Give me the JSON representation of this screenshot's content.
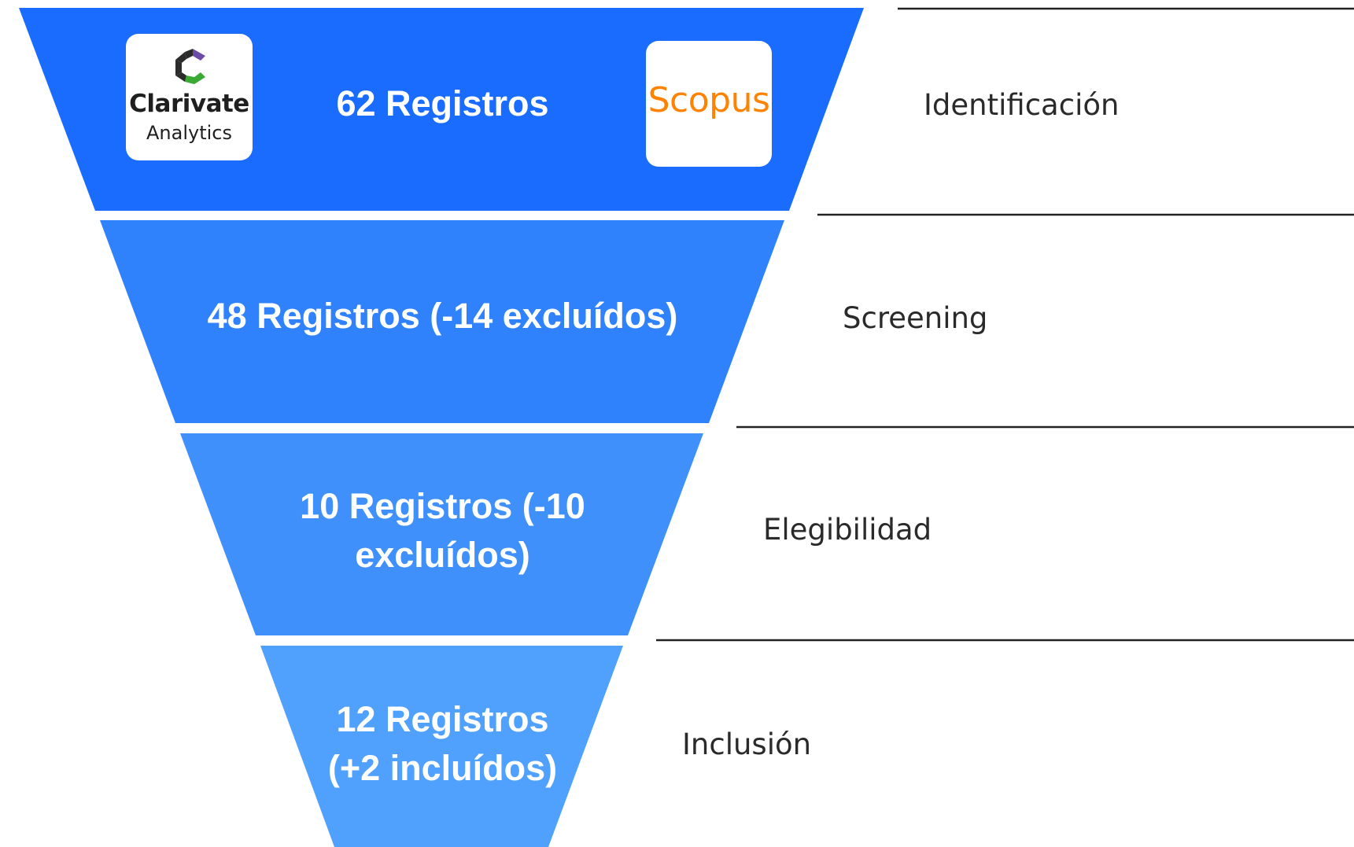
{
  "funnel": {
    "tiers": [
      {
        "text": "62 Registros",
        "color": "#1a6cff"
      },
      {
        "text": "48 Registros (-14 excluídos)",
        "color": "#2f82fc"
      },
      {
        "text_line1": "10 Registros (-10",
        "text_line2": "excluídos)",
        "color": "#3f90fb"
      },
      {
        "text_line1": "12 Registros",
        "text_line2": "(+2 incluídos)",
        "color": "#50a0fd"
      }
    ]
  },
  "stages": [
    {
      "label": "Identificación"
    },
    {
      "label": "Screening"
    },
    {
      "label": "Elegibilidad"
    },
    {
      "label": "Inclusión"
    }
  ],
  "logos": {
    "clarivate": {
      "name": "Clarivate",
      "sub": "Analytics",
      "icon": "clarivate-logo-icon"
    },
    "scopus": {
      "name": "Scopus",
      "color": "#ff8200"
    }
  },
  "colors": {
    "divider": "#222222",
    "stage_text": "#2a2a2a",
    "tier_text": "#ffffff"
  }
}
